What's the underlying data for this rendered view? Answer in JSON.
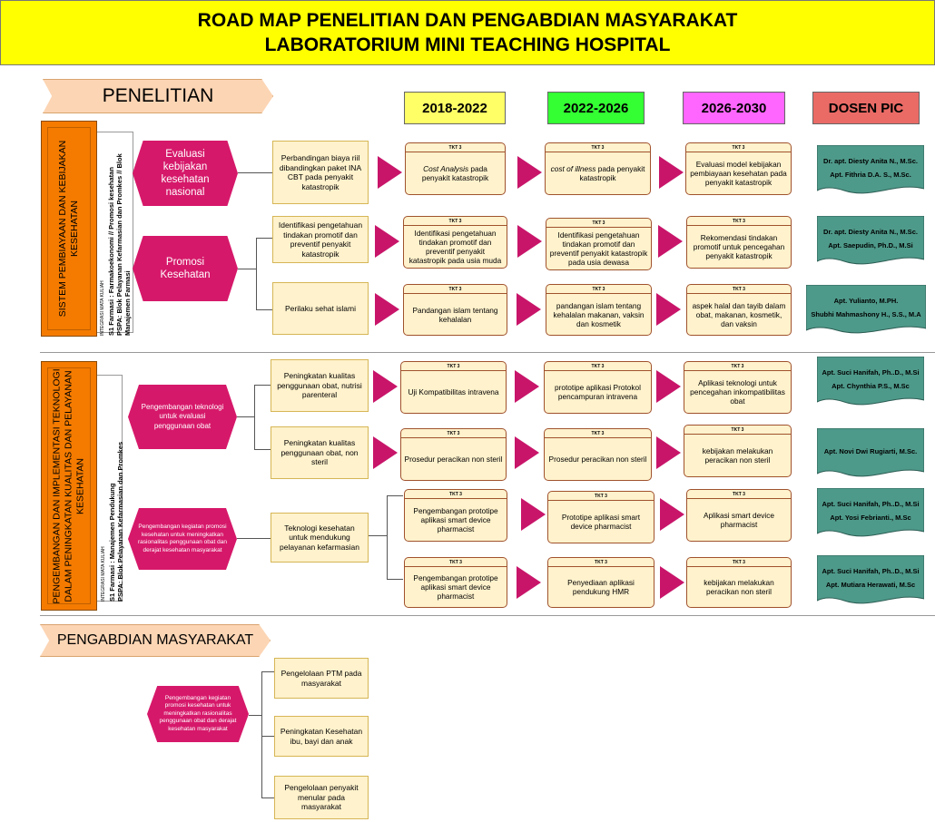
{
  "header": {
    "line1": "ROAD MAP PENELITIAN DAN PENGABDIAN MASYARAKAT",
    "line2": "LABORATORIUM MINI TEACHING HOSPITAL"
  },
  "sections": {
    "penelitian": "PENELITIAN",
    "pengabdian": "PENGABDIAN MASYARAKAT"
  },
  "columns": [
    {
      "label": "2018-2022",
      "color": "#ffff66"
    },
    {
      "label": "2022-2026",
      "color": "#33ff33"
    },
    {
      "label": "2026-2030",
      "color": "#ff66ff"
    },
    {
      "label": "DOSEN PIC",
      "color": "#ea6b66"
    }
  ],
  "themes": [
    {
      "title": "SISTEM PEMBIAYAAN DAN KEBIJAKAN KESEHATAN",
      "integrasi_head": "INTEGRASI MATA KULIAH",
      "integrasi": [
        "S1 Farmasi : Farmakoekonomi // Promosi kesehatan",
        "PSPA: Blok Pelayanan Kefarmasian dan Promkes // Blok",
        "Manajemen Farmasi"
      ],
      "subs": [
        {
          "label": "Evaluasi kebijakan kesehatan nasional",
          "topics": [
            {
              "label": "Perbandingan biaya riil dibandingkan paket INA CBT pada penyakit katastropik",
              "roadmap": [
                {
                  "tkt": "TKT 3",
                  "text": "Cost Analysis pada penyakit katastropik"
                },
                {
                  "tkt": "TKT 3",
                  "text": "cost of illness pada penyakit katastropik"
                },
                {
                  "tkt": "TKT 3",
                  "text": "Evaluasi model kebijakan pembiayaan kesehatan pada penyakit katastropik"
                }
              ],
              "pic": [
                "Dr. apt. Diesty Anita N., M.Sc.",
                "Apt. Fithria D.A. S., M.Sc."
              ]
            }
          ]
        },
        {
          "label": "Promosi Kesehatan",
          "topics": [
            {
              "label": "Identifikasi pengetahuan tindakan promotif dan preventif penyakit katastropik",
              "roadmap": [
                {
                  "tkt": "TKT 3",
                  "text": "Identifikasi pengetahuan tindakan promotif dan preventif penyakit katastropik pada usia muda"
                },
                {
                  "tkt": "TKT 3",
                  "text": "Identifikasi pengetahuan tindakan promotif dan preventif penyakit katastropik pada usia dewasa"
                },
                {
                  "tkt": "TKT 3",
                  "text": "Rekomendasi tindakan promotif untuk pencegahan penyakit katastropik"
                }
              ],
              "pic": [
                "Dr. apt. Diesty Anita N., M.Sc.",
                "Apt. Saepudin, Ph.D., M.Si"
              ]
            },
            {
              "label": "Perilaku sehat islami",
              "roadmap": [
                {
                  "tkt": "TKT 3",
                  "text": "Pandangan islam tentang kehalalan"
                },
                {
                  "tkt": "TKT 3",
                  "text": "pandangan islam tentang kehalalan makanan, vaksin dan kosmetik"
                },
                {
                  "tkt": "TKT 3",
                  "text": "aspek halal dan tayib dalam obat, makanan, kosmetik, dan vaksin"
                }
              ],
              "pic": [
                "Apt. Yulianto, M.PH.",
                "Shubhi Mahmashony H., S.S., M.A"
              ]
            }
          ]
        }
      ]
    },
    {
      "title": "PENGEMBANGAN DAN IMPLEMENTASI TEKNOLOGI DALAM PENINGKATAN KUALITAS DAN PELAYANAN KESEHATAN",
      "integrasi_head": "INTEGRASI MATA KULIAH",
      "integrasi": [
        "S1 Farmasi : Manajemen Pendukung",
        "PSPA: Blok Pelayanan Kefarmasian dan Promkes"
      ],
      "subs": [
        {
          "label": "Pengembangan teknologi untuk evaluasi penggunaan obat",
          "topics": [
            {
              "label": "Peningkatan kualitas penggunaan obat, nutrisi parenteral",
              "roadmap": [
                {
                  "tkt": "TKT 3",
                  "text": "Uji Kompatibilitas intravena"
                },
                {
                  "tkt": "TKT 3",
                  "text": "prototipe aplikasi Protokol pencampuran intravena"
                },
                {
                  "tkt": "TKT 3",
                  "text": "Aplikasi teknologi untuk pencegahan inkompatibilitas obat"
                }
              ],
              "pic": [
                "Apt. Suci Hanifah, Ph..D., M.Si",
                "Apt. Chynthia P.S., M.Sc"
              ]
            },
            {
              "label": "Peningkatan kualitas penggunaan obat, non steril",
              "roadmap": [
                {
                  "tkt": "TKT 3",
                  "text": "Prosedur peracikan non steril"
                },
                {
                  "tkt": "TKT 3",
                  "text": "Prosedur peracikan non steril"
                },
                {
                  "tkt": "TKT 3",
                  "text": "kebijakan melakukan peracikan non steril"
                }
              ],
              "pic": [
                "Apt. Novi Dwi Rugiarti, M.Sc."
              ]
            }
          ]
        },
        {
          "label": "Pengembangan kegiatan promosi kesehatan untuk meningkatkan rasionalitas penggunaan obat dan derajat kesehatan masyarakat",
          "topics": [
            {
              "label": "Teknologi kesehatan untuk mendukung pelayanan kefarmasian",
              "branches": [
                {
                  "roadmap": [
                    {
                      "tkt": "TKT 3",
                      "text": "Pengembangan prototipe aplikasi smart device pharmacist"
                    },
                    {
                      "tkt": "TKT 3",
                      "text": "Prototipe aplikasi smart device pharmacist"
                    },
                    {
                      "tkt": "TKT 3",
                      "text": "Aplikasi smart device pharmacist"
                    }
                  ],
                  "pic": [
                    "Apt. Suci Hanifah, Ph..D., M.Si",
                    "Apt. Yosi Febrianti., M.Sc"
                  ]
                },
                {
                  "roadmap": [
                    {
                      "tkt": "TKT 3",
                      "text": "Pengembangan prototipe aplikasi smart device pharmacist"
                    },
                    {
                      "tkt": "TKT 3",
                      "text": "Penyediaan aplikasi pendukung HMR"
                    },
                    {
                      "tkt": "TKT 3",
                      "text": "kebijakan melakukan peracikan non steril"
                    }
                  ],
                  "pic": [
                    "Apt. Suci Hanifah, Ph..D., M.Si",
                    "Apt. Mutiara Herawati, M.Sc"
                  ]
                }
              ]
            }
          ]
        }
      ]
    }
  ],
  "pengabdian": {
    "label": "Pengembangan kegiatan promosi kesehatan untuk meningkatkan rasionalitas penggunaan obat dan derajat kesehatan masyarakat",
    "items": [
      "Pengelolaan PTM pada masyarakat",
      "Peningkatan Kesehatan ibu, bayi dan anak",
      "Pengelolaan penyakit menular pada masyarakat"
    ]
  },
  "colors": {
    "title_bg": "#ffff00",
    "theme_bg": "#f47b00",
    "hex": "#d6186a",
    "box_bg": "#fff2cc",
    "pic_bg": "#4e9a8a",
    "arrow": "#c8156a",
    "section_tag": "#fcd5b4"
  }
}
